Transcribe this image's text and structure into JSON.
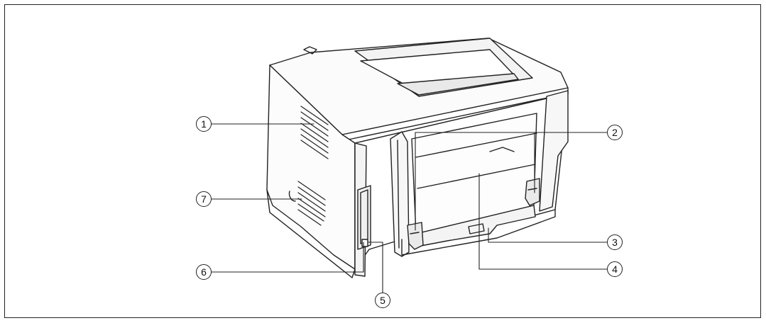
{
  "figure": {
    "subject": "printer-rear-view",
    "callouts": [
      {
        "id": "c1",
        "label": "1"
      },
      {
        "id": "c2",
        "label": "2"
      },
      {
        "id": "c3",
        "label": "3"
      },
      {
        "id": "c4",
        "label": "4"
      },
      {
        "id": "c5",
        "label": "5"
      },
      {
        "id": "c6",
        "label": "6"
      },
      {
        "id": "c7",
        "label": "7"
      }
    ]
  },
  "colors": {
    "line": "#222222",
    "background": "#ffffff",
    "shade": "#e6e6e6"
  }
}
